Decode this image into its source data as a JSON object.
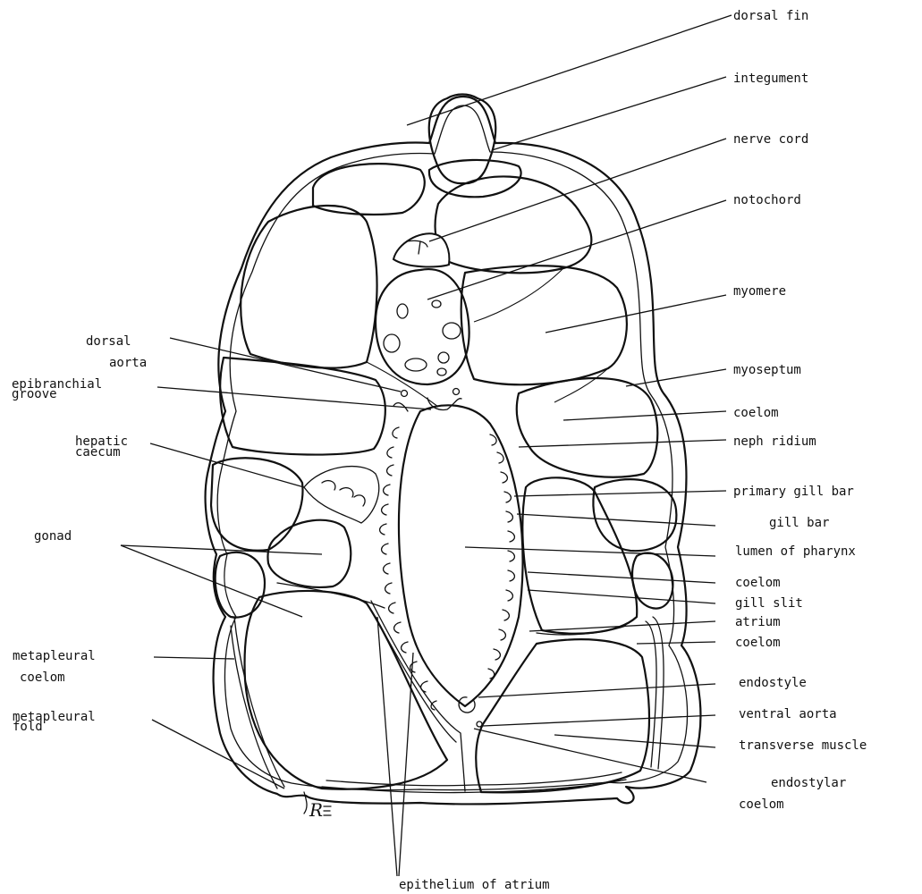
{
  "labels": {
    "dorsal_fin": "dorsal fin",
    "integument": "integument",
    "nerve_cord": "nerve cord",
    "notochord": "notochord",
    "myomere": "myomere",
    "myoseptum": "myoseptum",
    "coelom_1": "coelom",
    "nephridium": "neph ridium",
    "primary_gill_bar": "primary gill bar",
    "gill_bar": "gill bar",
    "lumen_of_pharynx": "lumen of pharynx",
    "coelom_2": "coelom",
    "gill_slit": "gill slit",
    "atrium": "atrium",
    "coelom_3": "coelom",
    "endostyle": "endostyle",
    "ventral_aorta": "ventral aorta",
    "transverse_muscle": "transverse muscle",
    "endostylar_1": "endostylar",
    "endostylar_2": "coelom",
    "dorsal_aorta_1": "dorsal",
    "dorsal_aorta_2": "aorta",
    "epibranchial_1": "epibranchial",
    "epibranchial_2": "groove",
    "hepatic_1": "hepatic",
    "hepatic_2": "caecum",
    "gonad": "gonad",
    "metapleural_coelom_1": "metapleural",
    "metapleural_coelom_2": "coelom",
    "metapleural_fold_1": "metapleural",
    "metapleural_fold_2": "fold",
    "epithelium_of_atrium": "epithelium of atrium",
    "signature": "R"
  }
}
